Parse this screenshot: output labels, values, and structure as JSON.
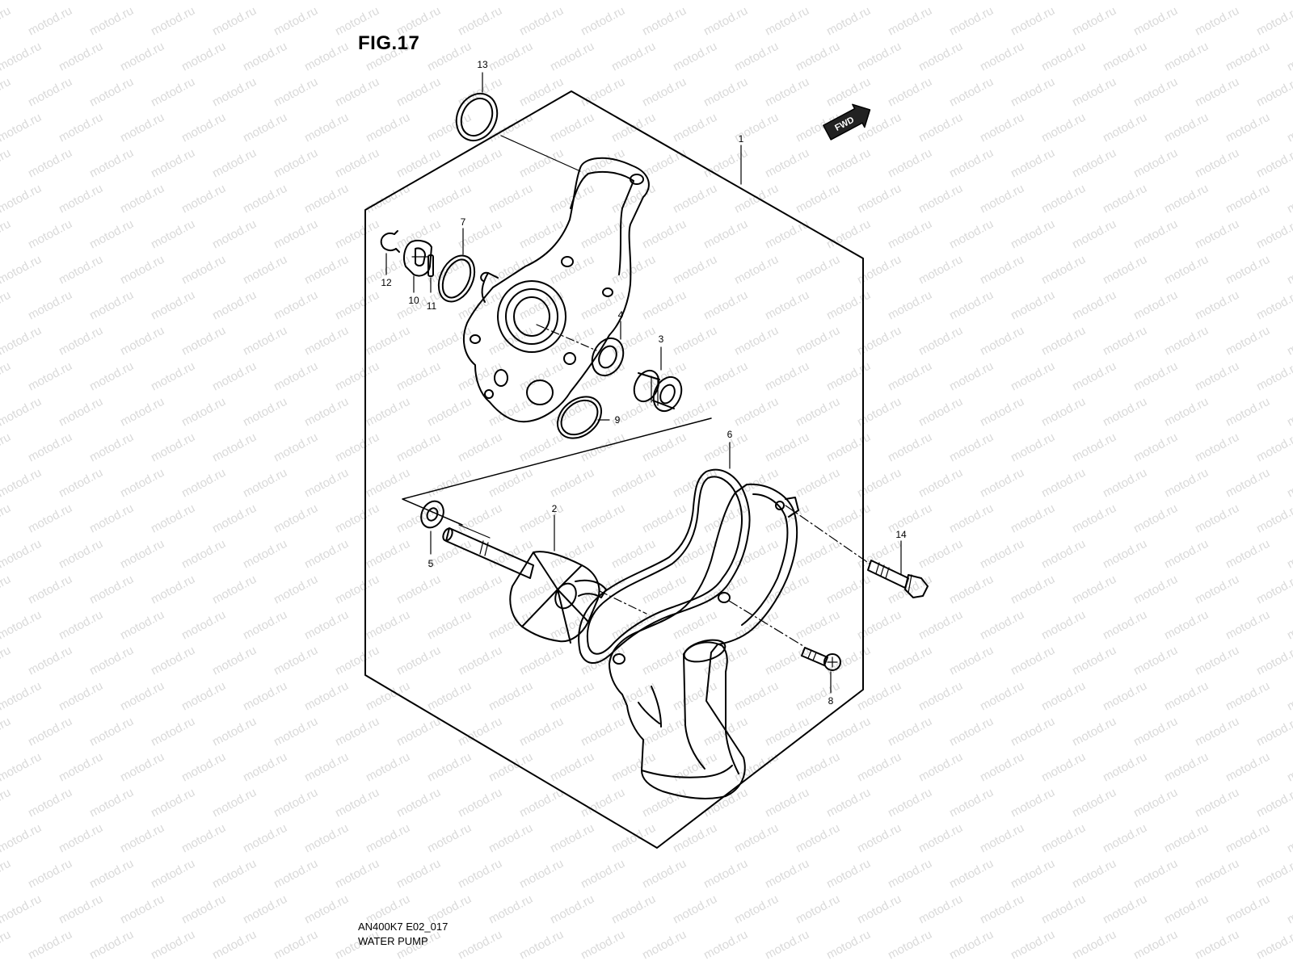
{
  "figure": {
    "title": "FIG.17"
  },
  "caption": {
    "code": "AN400K7 E02_017",
    "name": "WATER PUMP"
  },
  "forward_marker": {
    "label": "FWD"
  },
  "watermark": {
    "text": "motod.ru",
    "color": "#d9d9d9"
  },
  "callouts": [
    "1",
    "2",
    "3",
    "4",
    "5",
    "6",
    "7",
    "8",
    "9",
    "10",
    "11",
    "12",
    "13",
    "14"
  ]
}
